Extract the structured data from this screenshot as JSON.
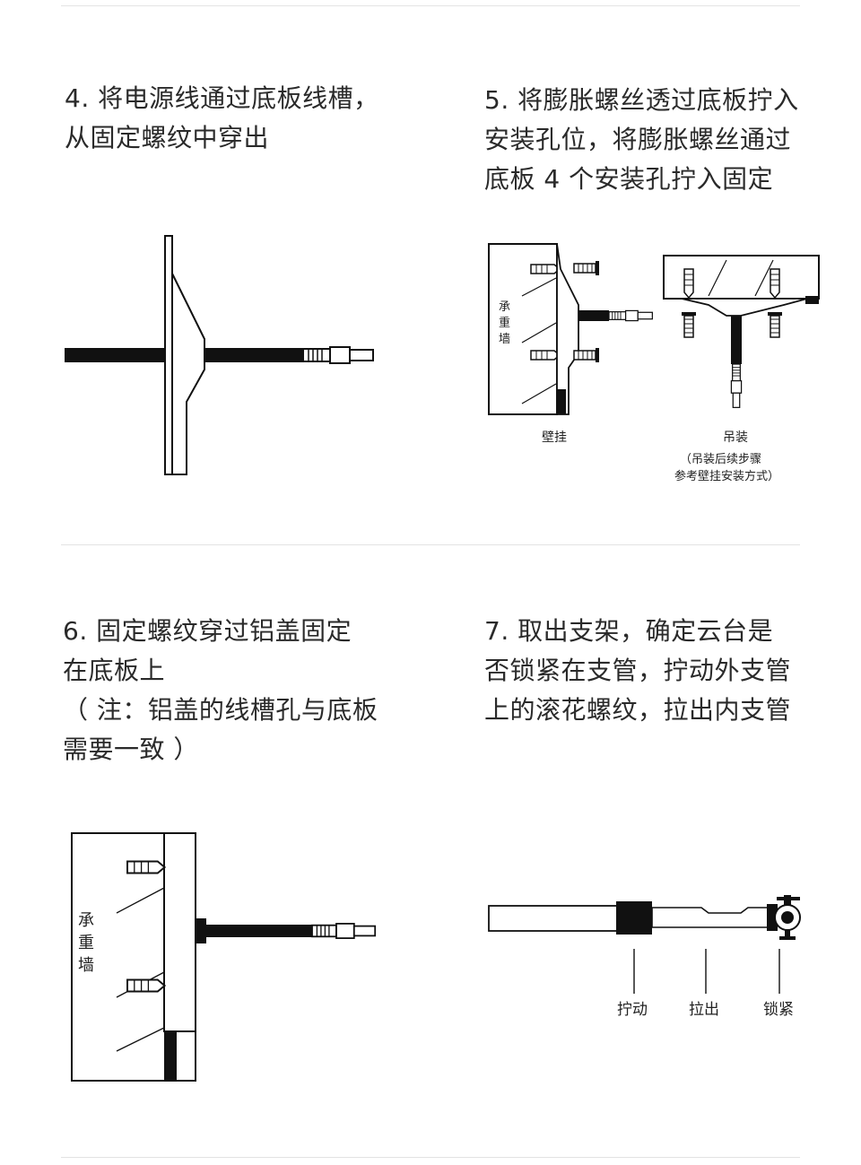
{
  "steps": [
    {
      "lines": [
        "4. 将电源线通过底板线槽，",
        "从固定螺纹中穿出"
      ]
    },
    {
      "lines": [
        "5. 将膨胀螺丝透过底板拧入",
        "安装孔位，将膨胀螺丝通过",
        "底板 4 个安装孔拧入固定"
      ]
    },
    {
      "lines": [
        "6. 固定螺纹穿过铝盖固定",
        "在底板上",
        "（ 注：铝盖的线槽孔与底板",
        "需要一致 ）"
      ]
    },
    {
      "lines": [
        "7. 取出支架，确定云台是",
        "否锁紧在支管，拧动外支管",
        "上的滚花螺纹，拉出内支管"
      ]
    }
  ],
  "diagram5": {
    "wall_label": [
      "承",
      "重",
      "墙"
    ],
    "wall_mount_label": "壁挂",
    "ceiling_label": "吊装",
    "ceiling_note": [
      "（吊装后续步骤",
      "参考壁挂安装方式）"
    ]
  },
  "diagram6": {
    "wall_label": [
      "承",
      "重",
      "墙"
    ]
  },
  "diagram7": {
    "labels": [
      "拧动",
      "拉出",
      "锁紧"
    ]
  }
}
